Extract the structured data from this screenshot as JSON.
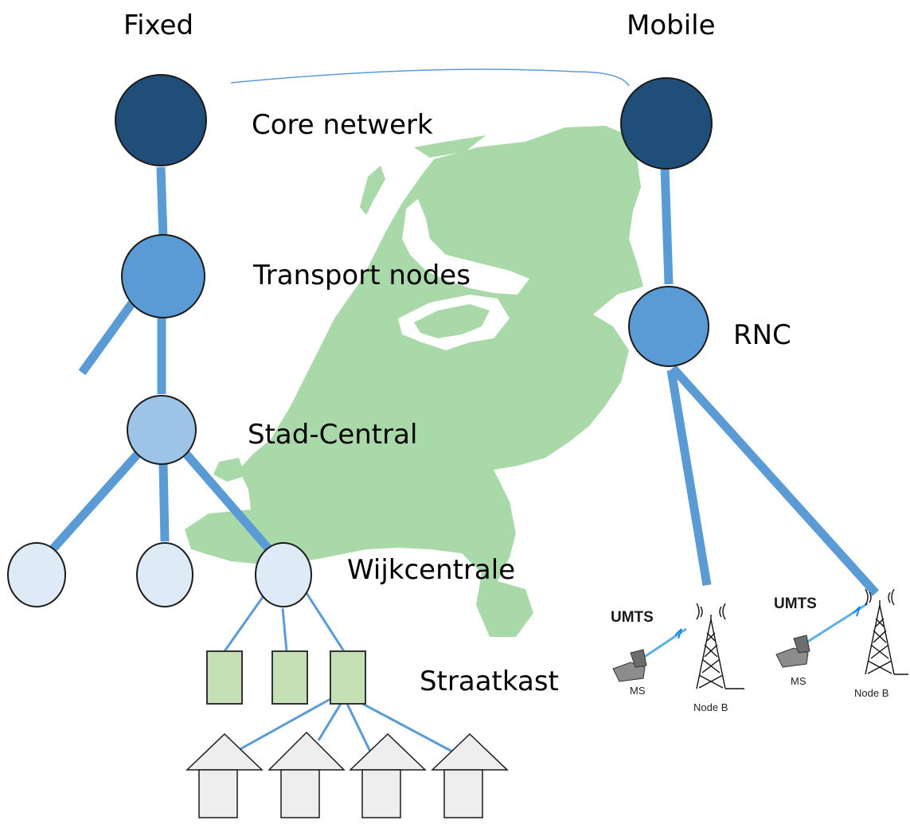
{
  "columns": {
    "fixed": "Fixed",
    "mobile": "Mobile"
  },
  "levels": {
    "core": "Core netwerk",
    "transport": "Transport nodes",
    "stad": "Stad-Central",
    "wijk": "Wijkcentrale",
    "straat": "Straatkast",
    "rnc": "RNC"
  },
  "umts_units": [
    {
      "title": "UMTS",
      "ms": "MS",
      "node": "Node B"
    },
    {
      "title": "UMTS",
      "ms": "MS",
      "node": "Node B"
    }
  ],
  "colors": {
    "core": "#1f4e79",
    "transport": "#5b9bd5",
    "stad": "#9dc3e6",
    "wijk": "#deebf7",
    "straat": "#c5e0b4",
    "house": "#eeeeee",
    "link": "#5b9bd5",
    "map": "#a9d9a8"
  }
}
